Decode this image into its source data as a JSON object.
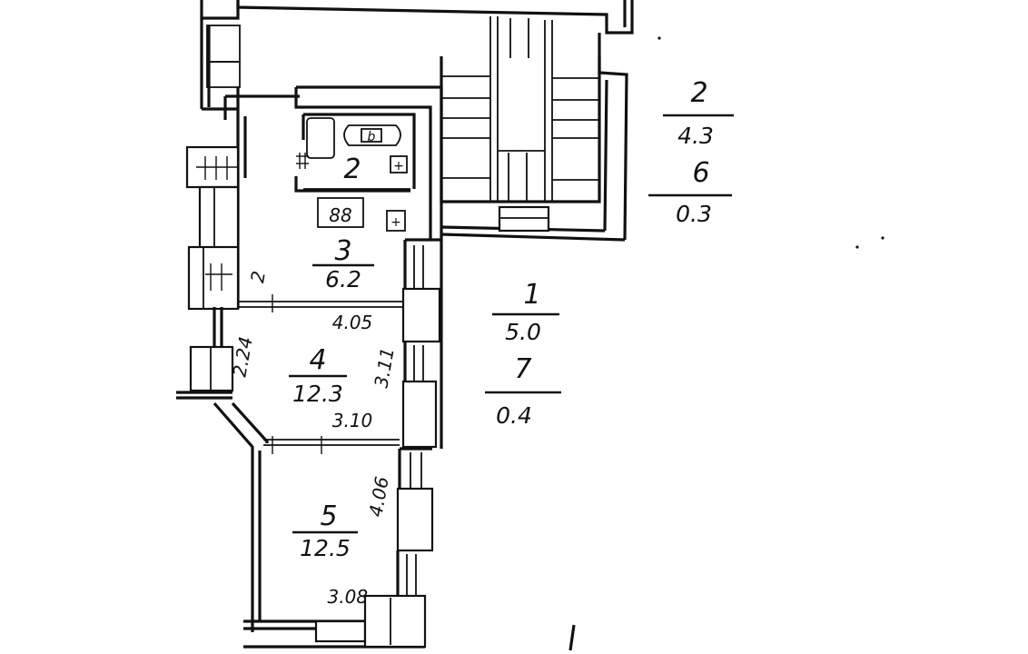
{
  "rooms": [
    {
      "id": "2",
      "area": "4.3"
    },
    {
      "id": "6",
      "area": "0.3"
    },
    {
      "id": "1",
      "area": "5.0"
    },
    {
      "id": "7",
      "area": "0.4"
    }
  ],
  "plan_rooms": {
    "bath": {
      "id": "2"
    },
    "kitchen": {
      "id": "3",
      "area": "6.2"
    },
    "room4": {
      "id": "4",
      "area": "12.3"
    },
    "room5": {
      "id": "5",
      "area": "12.5"
    }
  },
  "dimensions": {
    "kitchen_width": "4.05",
    "room4_height": "3.11",
    "room4_width": "3.10",
    "room4_side": "2.24",
    "kitchen_side": "2",
    "room5_height": "4.06",
    "room5_width": "3.08."
  },
  "fixtures": {
    "bath_label": "b",
    "stove_label": "88",
    "plus_sign": "+"
  },
  "colors": {
    "ink": "#111111",
    "paper": "#ffffff"
  }
}
